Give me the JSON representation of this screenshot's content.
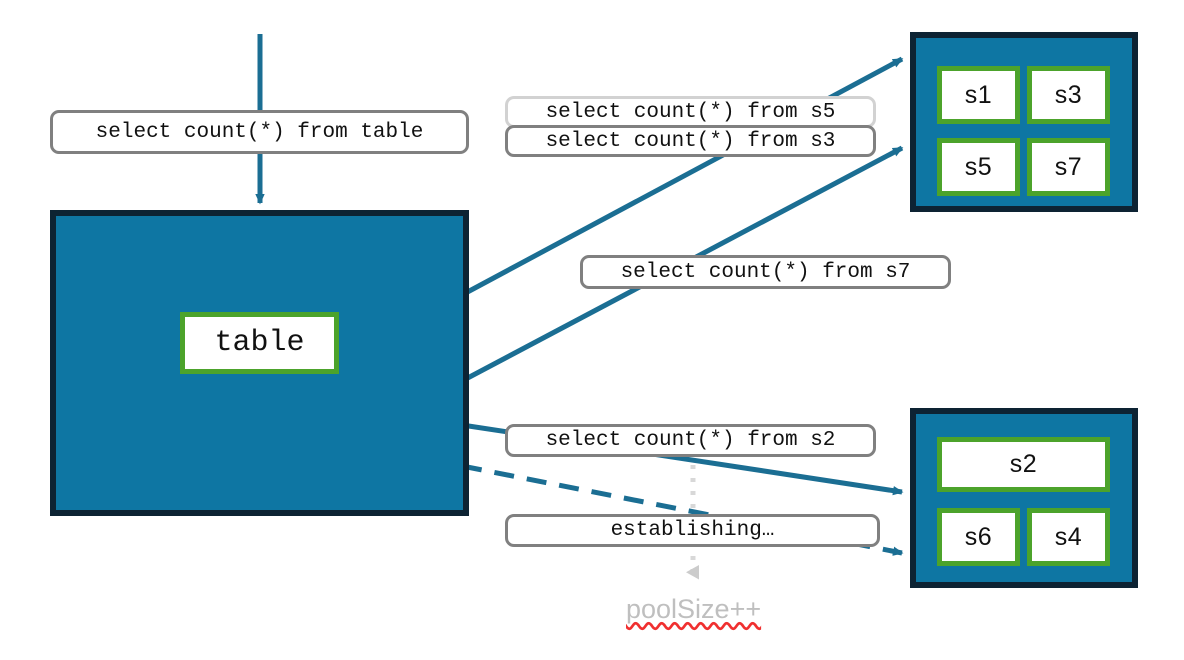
{
  "diagram": {
    "title": "connection-pool-query-routing",
    "colors": {
      "box_fill": "#0E76A3",
      "box_border": "#0D2333",
      "cell_border": "#4CA32B",
      "arrow": "#1B6E93",
      "callout_border": "#808080",
      "callout_border_light": "#D2D2D2",
      "annotation_text": "#BFBFBF",
      "spellcheck_underline": "#F03030"
    }
  },
  "source": {
    "entry_query": "select count(*) from table",
    "box_label": "table"
  },
  "servers": {
    "top": {
      "name": "server-group-top",
      "cells": [
        {
          "label": "s1"
        },
        {
          "label": "s3"
        },
        {
          "label": "s5"
        },
        {
          "label": "s7"
        }
      ]
    },
    "bottom": {
      "name": "server-group-bottom",
      "cells": [
        {
          "label": "s2"
        },
        {
          "label": "s6"
        },
        {
          "label": "s4"
        }
      ]
    }
  },
  "callouts": [
    {
      "id": "q-s5",
      "text": "select count(*) from s5",
      "style": "light"
    },
    {
      "id": "q-s3",
      "text": "select count(*) from s3",
      "style": "normal"
    },
    {
      "id": "q-s7",
      "text": "select count(*) from s7",
      "style": "normal"
    },
    {
      "id": "q-s2",
      "text": "select count(*) from s2",
      "style": "normal"
    },
    {
      "id": "establishing",
      "text": "establishing…",
      "style": "normal"
    }
  ],
  "annotation": {
    "text": "poolSize++"
  }
}
